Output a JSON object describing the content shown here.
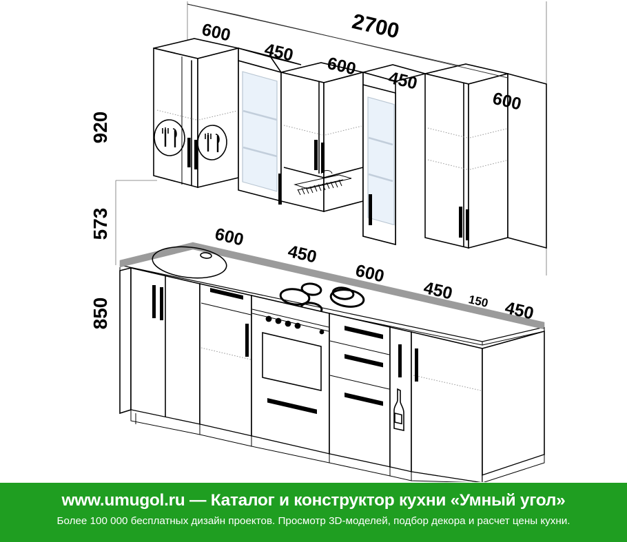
{
  "drawing": {
    "title": "Kitchen elevation isometric drawing",
    "units": "mm",
    "total_width_label": "2700",
    "vertical_dimensions": [
      {
        "name": "upper-cabinet-height",
        "label": "920"
      },
      {
        "name": "backsplash-gap-height",
        "label": "573"
      },
      {
        "name": "base-cabinet-height",
        "label": "850"
      }
    ],
    "upper_run": {
      "name": "upper-cabinet-run",
      "total_label": "2700",
      "modules": [
        {
          "id": "u1",
          "label": "600",
          "type": "dish-drainer",
          "doors": 2,
          "icon": "dish-drainer-icon"
        },
        {
          "id": "u2",
          "label": "450",
          "type": "glass-door",
          "doors": 1,
          "icon": "glass-panel-icon"
        },
        {
          "id": "u3",
          "label": "600",
          "type": "hood-cabinet",
          "doors": 2,
          "icon": "cooker-hood-icon"
        },
        {
          "id": "u4",
          "label": "450",
          "type": "glass-door",
          "doors": 1,
          "icon": "glass-panel-icon"
        },
        {
          "id": "u5",
          "label": "600",
          "type": "standard",
          "doors": 2,
          "icon": ""
        }
      ]
    },
    "base_run": {
      "name": "base-cabinet-run",
      "modules": [
        {
          "id": "b1",
          "label": "600",
          "type": "sink-base",
          "doors": 2,
          "icon": "sink-icon"
        },
        {
          "id": "b2",
          "label": "450",
          "type": "drawer-base",
          "doors": 0,
          "icon": ""
        },
        {
          "id": "b3",
          "label": "600",
          "type": "oven-hob",
          "doors": 0,
          "icon": "oven-icon"
        },
        {
          "id": "b4",
          "label": "450",
          "type": "drawer-base",
          "doors": 0,
          "icon": ""
        },
        {
          "id": "b5",
          "label": "150",
          "type": "bottle-rack",
          "doors": 1,
          "icon": "bottle-icon"
        },
        {
          "id": "b6",
          "label": "450",
          "type": "standard",
          "doors": 1,
          "icon": ""
        }
      ]
    },
    "appliances": {
      "hob_burners": 4,
      "oven_knobs": 4,
      "sink": "round-sink",
      "hood": "cooker-hood"
    },
    "colors": {
      "brand_green": "#1f9e21",
      "countertop_edge": "#9b9b9b",
      "glass": "#eaf2fa",
      "line": "#000000"
    }
  },
  "footer": {
    "site": "www.umugol.ru",
    "dash": "—",
    "title_rest": "Каталог и конструктор кухни «Умный угол»",
    "title_full": "www.umugol.ru — Каталог и конструктор кухни «Умный угол»",
    "subtitle": "Более 100 000 бесплатных дизайн проектов. Просмотр 3D-моделей, подбор декора и расчет цены кухни."
  }
}
